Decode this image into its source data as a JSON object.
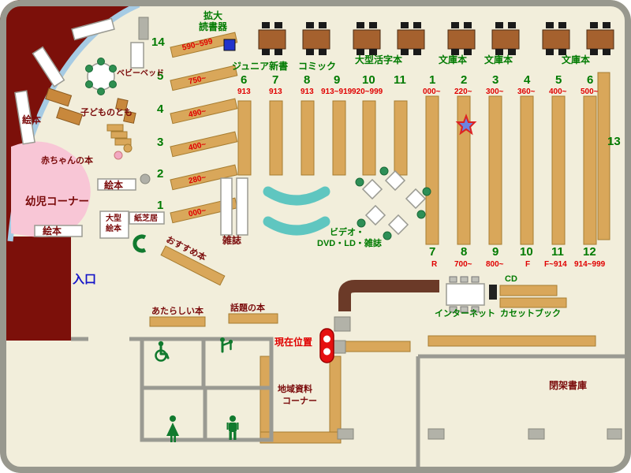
{
  "colors": {
    "background": "#f2eedb",
    "wall_block": "#7c100a",
    "glass_arc": "#a6cbe4",
    "shelf_tan": "#d9a75a",
    "table_brown": "#a5612e",
    "teal_rack": "#5fc6c0",
    "pink_area": "#f8c6d6",
    "green_text": "#007a00",
    "red_text": "#e00000",
    "maroon_text": "#7a0a0a",
    "entrance_blue": "#1515c8"
  },
  "labels": {
    "magnifier_line1": "拡大",
    "magnifier_line2": "読書器",
    "junior_shinsho": "ジュニア新書",
    "comic": "コミック",
    "large_print": "大型活字本",
    "bunko_1": "文庫本",
    "bunko_2": "文庫本",
    "bunko_3": "文庫本",
    "magazine": "雑誌",
    "video_line1": "ビデオ・",
    "video_line2": "DVD・LD・雑誌",
    "internet": "インターネット",
    "cd": "CD",
    "cassette": "カセットブック",
    "new_books": "あたらしい本",
    "topic_books": "話題の本",
    "current_position": "現在位置",
    "regional_line1": "地域資料",
    "regional_line2": "コーナー",
    "closed_stacks": "閉架書庫",
    "entrance": "入口",
    "toddler_corner": "幼児コーナー",
    "baby_books": "赤ちゃんの本",
    "picture_books_a": "絵本",
    "picture_books_b": "絵本",
    "picture_books_c": "絵本",
    "kodomo_no_tomo": "子どものとも",
    "baby_bed": "ベビーベッド",
    "large_picture_line1": "大型",
    "large_picture_line2": "絵本",
    "kamishibai": "紙芝居",
    "recommended": "おすすめ本",
    "wall_shelf_num": "13"
  },
  "shelves": {
    "diagonal": [
      {
        "num": "14",
        "range": "590~599"
      },
      {
        "num": "5",
        "range": "750~"
      },
      {
        "num": "4",
        "range": "490~"
      },
      {
        "num": "3",
        "range": "400~"
      },
      {
        "num": "2",
        "range": "280~"
      },
      {
        "num": "1",
        "range": "000~"
      }
    ],
    "center": [
      {
        "num": "6",
        "range": "913"
      },
      {
        "num": "7",
        "range": "913"
      },
      {
        "num": "8",
        "range": "913"
      },
      {
        "num": "9",
        "range": "913~919"
      },
      {
        "num": "10",
        "range": "920~999"
      },
      {
        "num": "11",
        "range": ""
      }
    ],
    "right_top": [
      {
        "num": "1",
        "range": "000~"
      },
      {
        "num": "2",
        "range": "220~"
      },
      {
        "num": "3",
        "range": "300~"
      },
      {
        "num": "4",
        "range": "360~"
      },
      {
        "num": "5",
        "range": "400~"
      },
      {
        "num": "6",
        "range": "500~"
      }
    ],
    "right_bottom": [
      {
        "num": "7",
        "range": "R"
      },
      {
        "num": "8",
        "range": "700~"
      },
      {
        "num": "9",
        "range": "800~"
      },
      {
        "num": "10",
        "range": "F"
      },
      {
        "num": "11",
        "range": "F~914"
      },
      {
        "num": "12",
        "range": "914~999"
      }
    ]
  }
}
